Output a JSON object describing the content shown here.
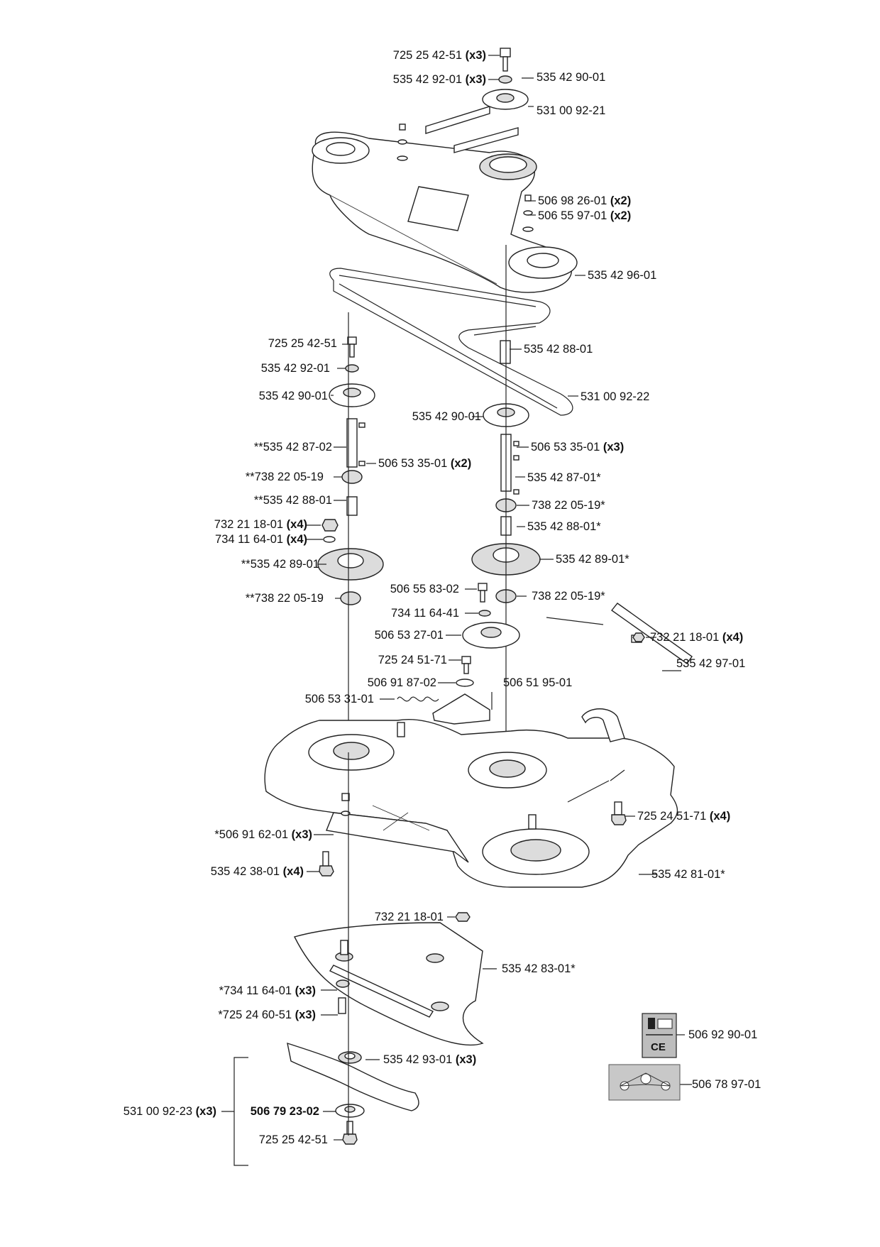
{
  "labels": {
    "p1": {
      "num": "725 25 42-51",
      "qty": "(x3)"
    },
    "p2": {
      "num": "535 42 92-01",
      "qty": "(x3)"
    },
    "p3": {
      "num": "535 42 90-01",
      "qty": ""
    },
    "p4": {
      "num": "531 00 92-21",
      "qty": ""
    },
    "p5": {
      "num": "506 98 26-01",
      "qty": "(x2)"
    },
    "p6": {
      "num": "506 55 97-01",
      "qty": "(x2)"
    },
    "p7": {
      "num": "535 42 96-01",
      "qty": ""
    },
    "p8": {
      "num": "725 25 42-51",
      "qty": ""
    },
    "p9": {
      "num": "535 42 88-01",
      "qty": ""
    },
    "p10": {
      "num": "535 42 92-01",
      "qty": ""
    },
    "p11": {
      "num": "535 42 90-01",
      "qty": ""
    },
    "p12": {
      "num": "531 00 92-22",
      "qty": ""
    },
    "p13": {
      "num": "535 42 90-01",
      "qty": ""
    },
    "p14": {
      "num": "**535 42 87-02",
      "qty": ""
    },
    "p15": {
      "num": "506 53 35-01",
      "qty": "(x3)"
    },
    "p16": {
      "num": "506 53 35-01",
      "qty": "(x2)"
    },
    "p17": {
      "num": "**738 22 05-19",
      "qty": ""
    },
    "p18": {
      "num": "535 42 87-01*",
      "qty": ""
    },
    "p19": {
      "num": "**535 42 88-01",
      "qty": ""
    },
    "p20": {
      "num": "738 22 05-19*",
      "qty": ""
    },
    "p21": {
      "num": "732 21 18-01",
      "qty": "(x4)"
    },
    "p22": {
      "num": "734 11 64-01",
      "qty": "(x4)"
    },
    "p23": {
      "num": "535 42 88-01*",
      "qty": ""
    },
    "p24": {
      "num": "**535 42 89-01",
      "qty": ""
    },
    "p25": {
      "num": "535 42 89-01*",
      "qty": ""
    },
    "p26": {
      "num": "506 55 83-02",
      "qty": ""
    },
    "p27": {
      "num": "738 22 05-19*",
      "qty": ""
    },
    "p28": {
      "num": "**738 22 05-19",
      "qty": ""
    },
    "p29": {
      "num": "734 11 64-41",
      "qty": ""
    },
    "p30": {
      "num": "732 21 18-01",
      "qty": "(x4)"
    },
    "p31": {
      "num": "506 53 27-01",
      "qty": ""
    },
    "p32": {
      "num": "725 24 51-71",
      "qty": ""
    },
    "p33": {
      "num": "535 42 97-01",
      "qty": ""
    },
    "p34": {
      "num": "506 91 87-02",
      "qty": ""
    },
    "p35": {
      "num": "506 51 95-01",
      "qty": ""
    },
    "p36": {
      "num": "506 53 31-01",
      "qty": ""
    },
    "p37": {
      "num": "725 24 51-71",
      "qty": "(x4)"
    },
    "p38": {
      "num": "*506 91 62-01",
      "qty": "(x3)"
    },
    "p39": {
      "num": "535 42 38-01",
      "qty": "(x4)"
    },
    "p40": {
      "num": "535 42 81-01*",
      "qty": ""
    },
    "p41": {
      "num": "732 21 18-01",
      "qty": ""
    },
    "p42": {
      "num": "535 42 83-01*",
      "qty": ""
    },
    "p43": {
      "num": "*734 11 64-01",
      "qty": "(x3)"
    },
    "p44": {
      "num": "*725 24 60-51",
      "qty": "(x3)"
    },
    "p45": {
      "num": "506 92 90-01",
      "qty": ""
    },
    "p46": {
      "num": "535 42 93-01",
      "qty": "(x3)"
    },
    "p47": {
      "num": "506 78 97-01",
      "qty": ""
    },
    "p48": {
      "num": "531 00 92-23",
      "qty": "(x3)"
    },
    "p49": {
      "num": "506 79 23-02",
      "qty": ""
    },
    "p50": {
      "num": "725 25 42-51",
      "qty": ""
    }
  },
  "icons": {
    "manual_decal": "info-book-ce-decal-icon",
    "belt_decal": "belt-routing-decal-icon"
  },
  "decal_text": {
    "ce_mark": "CE"
  }
}
